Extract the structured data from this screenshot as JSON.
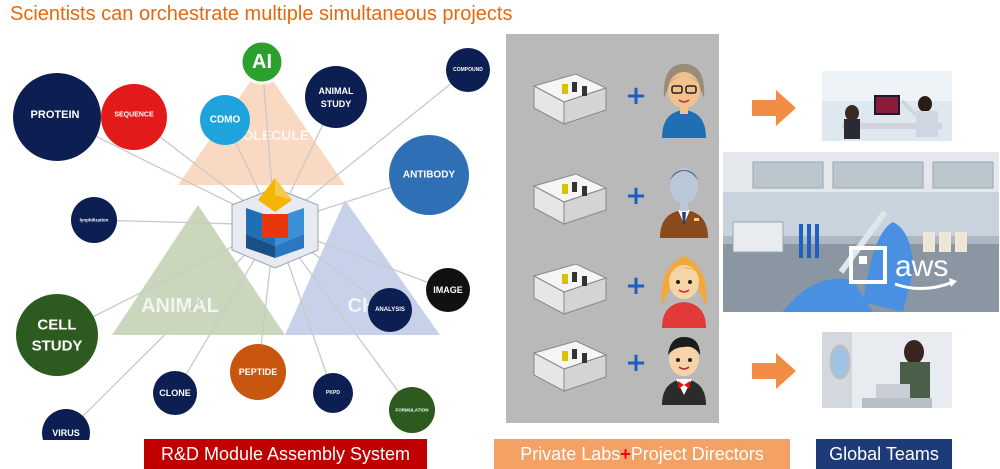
{
  "title": "Scientists can orchestrate multiple simultaneous projects",
  "triangles": {
    "molecule": "MOLECULE",
    "animal": "ANIMAL",
    "third": "CH"
  },
  "nodes": {
    "ai": "AI",
    "compound": "COMPOUND",
    "animal_study_1": "ANIMAL",
    "animal_study_2": "STUDY",
    "cdmo": "CDMO",
    "sequence": "SEQUENCE",
    "protein": "PROTEIN",
    "antibody": "ANTIBODY",
    "lyophilization": "lyophilization",
    "image": "IMAGE",
    "analysis": "ANALYSIS",
    "cell_study_1": "CELL",
    "cell_study_2": "STUDY",
    "peptide": "PEPTIDE",
    "clone": "CLONE",
    "pkpd": "PKPD",
    "formulation": "FORMULATION",
    "virus": "VIRUS"
  },
  "captions": {
    "rd": "R&D Module Assembly System",
    "labs_left": "Private Labs",
    "labs_plus": "+",
    "labs_right": "Project Directors",
    "global": "Global Teams"
  },
  "rows": [
    {
      "plus": "+",
      "avatar": "woman-glasses"
    },
    {
      "plus": "+",
      "avatar": "man-suit"
    },
    {
      "plus": "+",
      "avatar": "girl"
    },
    {
      "plus": "+",
      "avatar": "man-bowtie"
    }
  ],
  "aws_logo": "aws",
  "colors": {
    "title": "#e8670c",
    "navy": "#0d1f52",
    "red": "#e31a1a",
    "green_ai": "#2ca02c",
    "cyan": "#1fa3dc",
    "blue": "#2f6fb5",
    "dark_green": "#2d5a1e",
    "orange_node": "#c8560f",
    "black": "#111111",
    "arrow": "#f28c45"
  }
}
